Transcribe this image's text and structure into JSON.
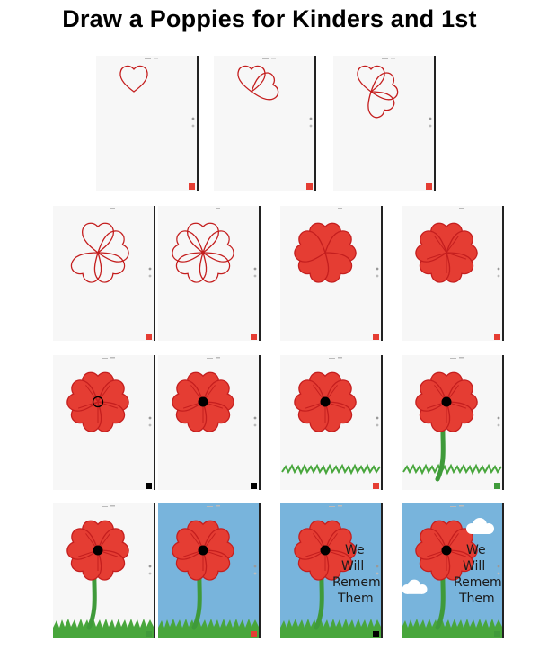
{
  "title": "Draw a Poppies for Kinders and 1st",
  "caption": {
    "line1": "We",
    "line2": "Will",
    "line3": "Remember",
    "line4": "Them"
  },
  "colors": {
    "petal": "#e53d33",
    "outline": "#c41e1e",
    "center": "#000000",
    "stem": "#3f9a3a",
    "grass": "#48a63c",
    "sky": "#78b4dc",
    "paper": "#f7f7f7"
  },
  "steps": [
    {
      "step": 1,
      "row": 1
    },
    {
      "step": 2,
      "row": 1
    },
    {
      "step": 3,
      "row": 1
    },
    {
      "step": 4,
      "row": 2
    },
    {
      "step": 5,
      "row": 2
    },
    {
      "step": 6,
      "row": 2
    },
    {
      "step": 7,
      "row": 2
    },
    {
      "step": 8,
      "row": 3
    },
    {
      "step": 9,
      "row": 3
    },
    {
      "step": 10,
      "row": 3
    },
    {
      "step": 11,
      "row": 3
    },
    {
      "step": 12,
      "row": 4
    },
    {
      "step": 13,
      "row": 4
    },
    {
      "step": 14,
      "row": 4
    },
    {
      "step": 15,
      "row": 4
    }
  ]
}
